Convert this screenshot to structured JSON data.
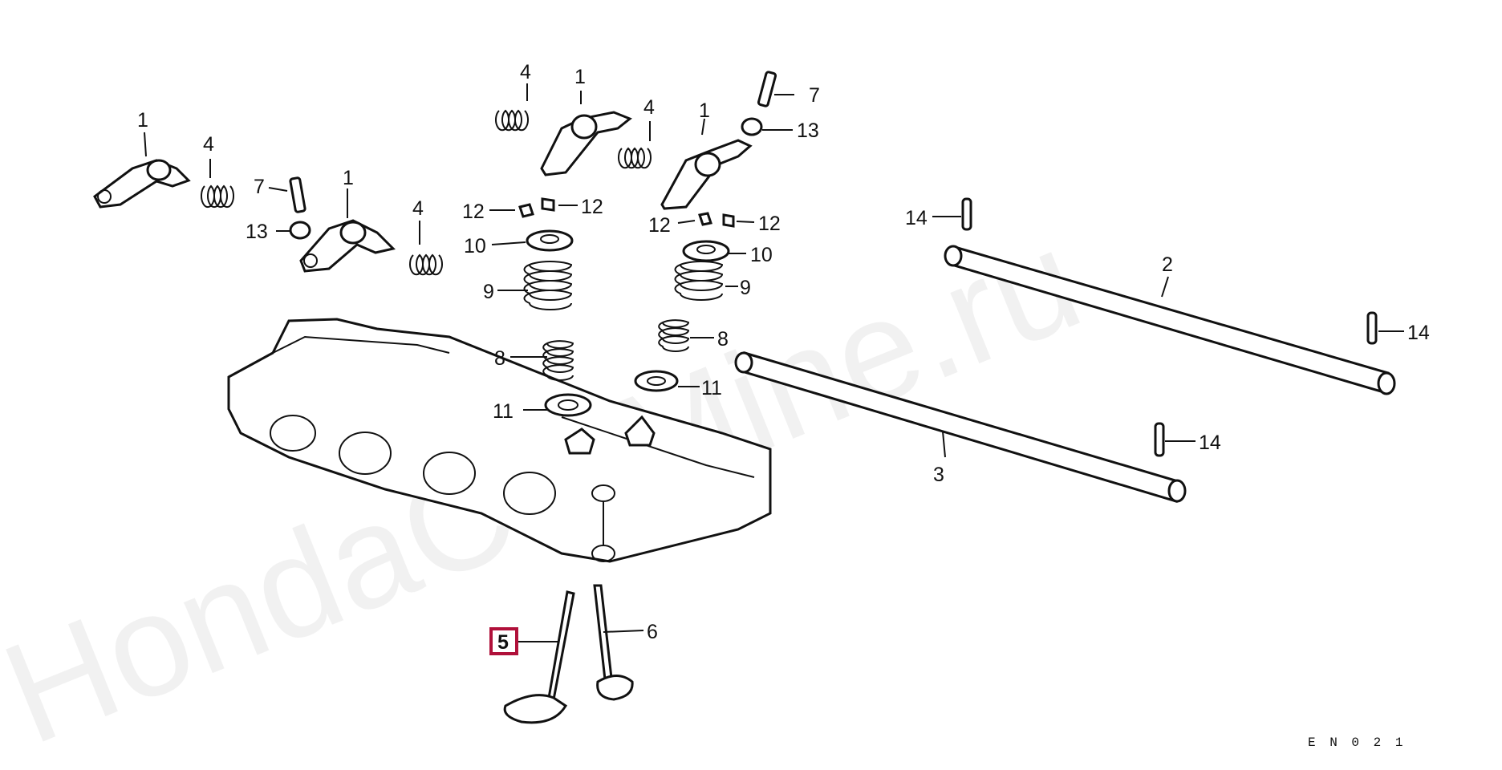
{
  "diagram": {
    "watermark": "HondaCarMine.ru",
    "diagram_code": "E N 0 2 1",
    "highlight_color": "#b0103a",
    "callouts": [
      {
        "id": "c1a",
        "label": "1"
      },
      {
        "id": "c4a",
        "label": "4"
      },
      {
        "id": "c7a",
        "label": "7"
      },
      {
        "id": "c13a",
        "label": "13"
      },
      {
        "id": "c1b",
        "label": "1"
      },
      {
        "id": "c4b",
        "label": "4"
      },
      {
        "id": "c4c",
        "label": "4"
      },
      {
        "id": "c1c",
        "label": "1"
      },
      {
        "id": "c4d",
        "label": "4"
      },
      {
        "id": "c1d",
        "label": "1"
      },
      {
        "id": "c7b",
        "label": "7"
      },
      {
        "id": "c13b",
        "label": "13"
      },
      {
        "id": "c12a",
        "label": "12"
      },
      {
        "id": "c12b",
        "label": "12"
      },
      {
        "id": "c12c",
        "label": "12"
      },
      {
        "id": "c12d",
        "label": "12"
      },
      {
        "id": "c10a",
        "label": "10"
      },
      {
        "id": "c10b",
        "label": "10"
      },
      {
        "id": "c9a",
        "label": "9"
      },
      {
        "id": "c9b",
        "label": "9"
      },
      {
        "id": "c8a",
        "label": "8"
      },
      {
        "id": "c8b",
        "label": "8"
      },
      {
        "id": "c11a",
        "label": "11"
      },
      {
        "id": "c11b",
        "label": "11"
      },
      {
        "id": "c14a",
        "label": "14"
      },
      {
        "id": "c14b",
        "label": "14"
      },
      {
        "id": "c14c",
        "label": "14"
      },
      {
        "id": "c2",
        "label": "2"
      },
      {
        "id": "c3",
        "label": "3"
      },
      {
        "id": "c5",
        "label": "5",
        "highlighted": true
      },
      {
        "id": "c6",
        "label": "6"
      }
    ]
  }
}
